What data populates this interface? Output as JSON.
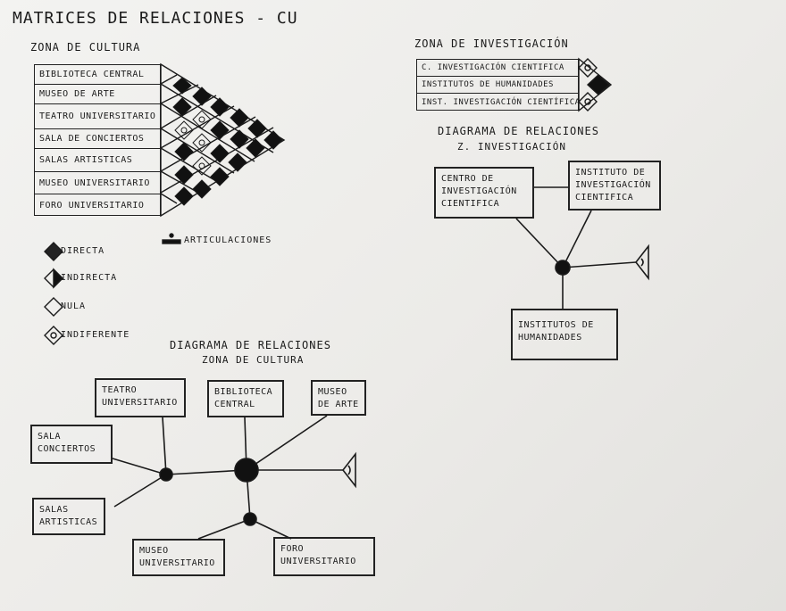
{
  "title": "MATRICES DE RELACIONES - CU",
  "zona_cultura": {
    "heading": "ZONA DE CULTURA",
    "rows": [
      "BIBLIOTECA CENTRAL",
      "MUSEO DE ARTE",
      "TEATRO UNIVERSITARIO",
      "SALA DE CONCIERTOS",
      "SALAS ARTISTICAS",
      "MUSEO UNIVERSITARIO",
      "FORO UNIVERSITARIO"
    ]
  },
  "zona_investigacion": {
    "heading": "ZONA DE INVESTIGACIÓN",
    "rows": [
      "C. INVESTIGACIÓN CIENTIFICA",
      "INSTITUTOS DE HUMANIDADES",
      "INST. INVESTIGACIÓN CIENTÍFICA"
    ]
  },
  "legend": {
    "directa": "DIRECTA",
    "indirecta": "INDIRECTA",
    "nula": "NULA",
    "indiferente": "INDIFERENTE",
    "articulaciones": "ARTICULACIONES"
  },
  "diagram_investigacion": {
    "title_line1": "DIAGRAMA DE RELACIONES",
    "title_line2": "Z. INVESTIGACIÓN",
    "box_centro": [
      "CENTRO DE",
      "INVESTIGACIÓN",
      "CIENTIFICA"
    ],
    "box_instituto": [
      "INSTITUTO DE",
      "INVESTIGACIÓN",
      "CIENTIFICA"
    ],
    "box_humanidades": [
      "INSTITUTOS DE",
      "HUMANIDADES"
    ]
  },
  "diagram_cultura": {
    "title_line1": "DIAGRAMA DE RELACIONES",
    "title_line2": "ZONA DE CULTURA",
    "box_teatro": [
      "TEATRO",
      "UNIVERSITARIO"
    ],
    "box_biblioteca": [
      "BIBLIOTECA",
      "CENTRAL"
    ],
    "box_museo_arte": [
      "MUSEO",
      "DE ARTE"
    ],
    "box_sala": [
      "SALA",
      "CONCIERTOS"
    ],
    "box_salas": [
      "SALAS",
      "ARTISTICAS"
    ],
    "box_museo_univ": [
      "MUSEO",
      "UNIVERSITARIO"
    ],
    "box_foro": [
      "FORO",
      "UNIVERSITARIO"
    ]
  }
}
